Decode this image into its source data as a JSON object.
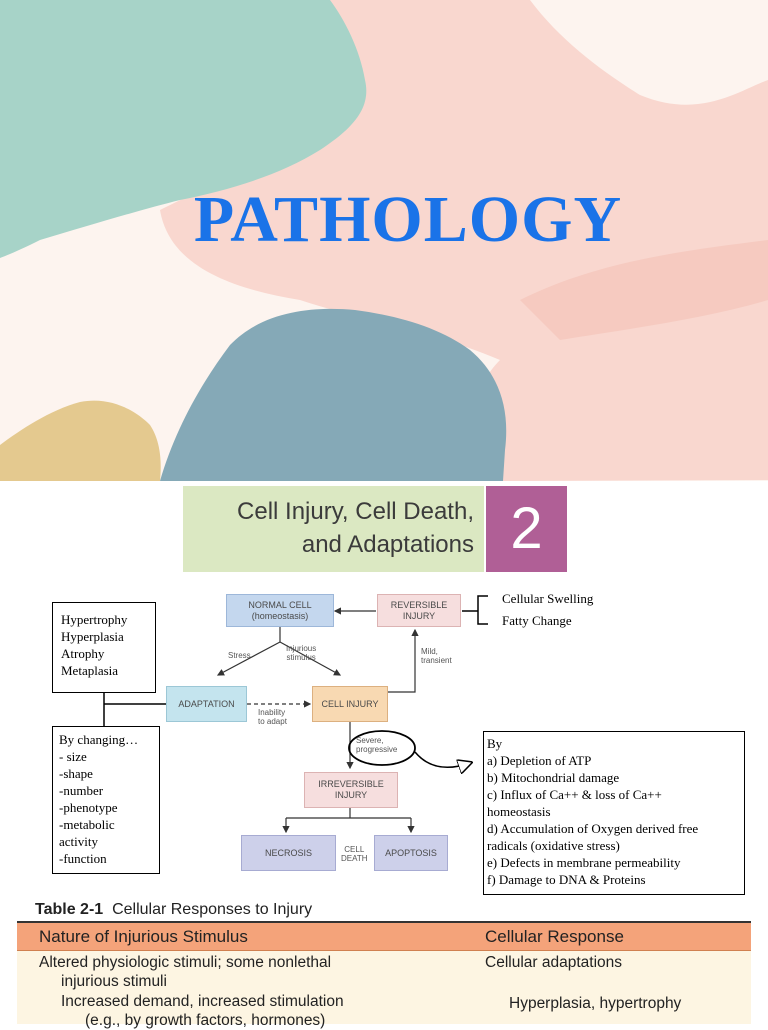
{
  "cover": {
    "title": "PATHOLOGY",
    "title_color": "#1a73e8",
    "palette": {
      "teal": "#a7d3c8",
      "pink": "#f9d7cf",
      "slate": "#85a9b7",
      "sand": "#e4c98f",
      "cream": "#fdf4ef"
    }
  },
  "chapter": {
    "title_line1": "Cell Injury, Cell Death,",
    "title_line2": "and Adaptations",
    "number": "2",
    "title_bg": "#dbe8c2",
    "number_bg": "#b05f96"
  },
  "diagram": {
    "boxes": {
      "normal_cell": {
        "line1": "NORMAL CELL",
        "line2": "(homeostasis)"
      },
      "reversible_injury": {
        "line1": "REVERSIBLE",
        "line2": "INJURY"
      },
      "adaptation": "ADAPTATION",
      "cell_injury": "CELL INJURY",
      "irreversible_injury": {
        "line1": "IRREVERSIBLE",
        "line2": "INJURY"
      },
      "necrosis": "NECROSIS",
      "apoptosis": "APOPTOSIS",
      "cell_death": {
        "line1": "CELL",
        "line2": "DEATH"
      }
    },
    "labels": {
      "stress": "Stress",
      "injurious_stimulus": {
        "line1": "Injurious",
        "line2": "stimulus"
      },
      "mild_transient": {
        "line1": "Mild,",
        "line2": "transient"
      },
      "inability_to_adapt": {
        "line1": "Inability",
        "line2": "to adapt"
      },
      "severe_progressive": {
        "line1": "Severe,",
        "line2": "progressive"
      }
    },
    "reversible_changes": [
      "Cellular Swelling",
      "Fatty Change"
    ],
    "adaptation_types": [
      "Hypertrophy",
      "Hyperplasia",
      "Atrophy",
      "Metaplasia"
    ],
    "adaptation_by": {
      "heading": "By changing…",
      "items": [
        "- size",
        "-shape",
        "-number",
        "-phenotype",
        "-metabolic",
        "activity",
        "-function"
      ]
    },
    "mechanisms": {
      "heading": "By",
      "items": [
        "a) Depletion of ATP",
        "b) Mitochondrial damage",
        "c) Influx of Ca++ & loss of Ca++",
        "homeostasis",
        "d) Accumulation of Oxygen derived free",
        "radicals (oxidative stress)",
        "e) Defects in membrane permeability",
        "f) Damage to DNA & Proteins"
      ]
    }
  },
  "table": {
    "caption_number": "Table 2-1",
    "caption_text": "Cellular Responses to Injury",
    "headers": [
      "Nature of Injurious Stimulus",
      "Cellular Response"
    ],
    "rows": [
      {
        "stimulus_line1": "Altered physiologic stimuli; some nonlethal",
        "stimulus_line2": "injurious stimuli",
        "response": "Cellular adaptations"
      },
      {
        "stimulus_line1": "Increased demand, increased stimulation",
        "stimulus_line2": "(e.g., by growth factors, hormones)",
        "response": "Hyperplasia, hypertrophy"
      }
    ],
    "header_bg": "#f4a37a",
    "body_bg": "#fdf5e2"
  }
}
